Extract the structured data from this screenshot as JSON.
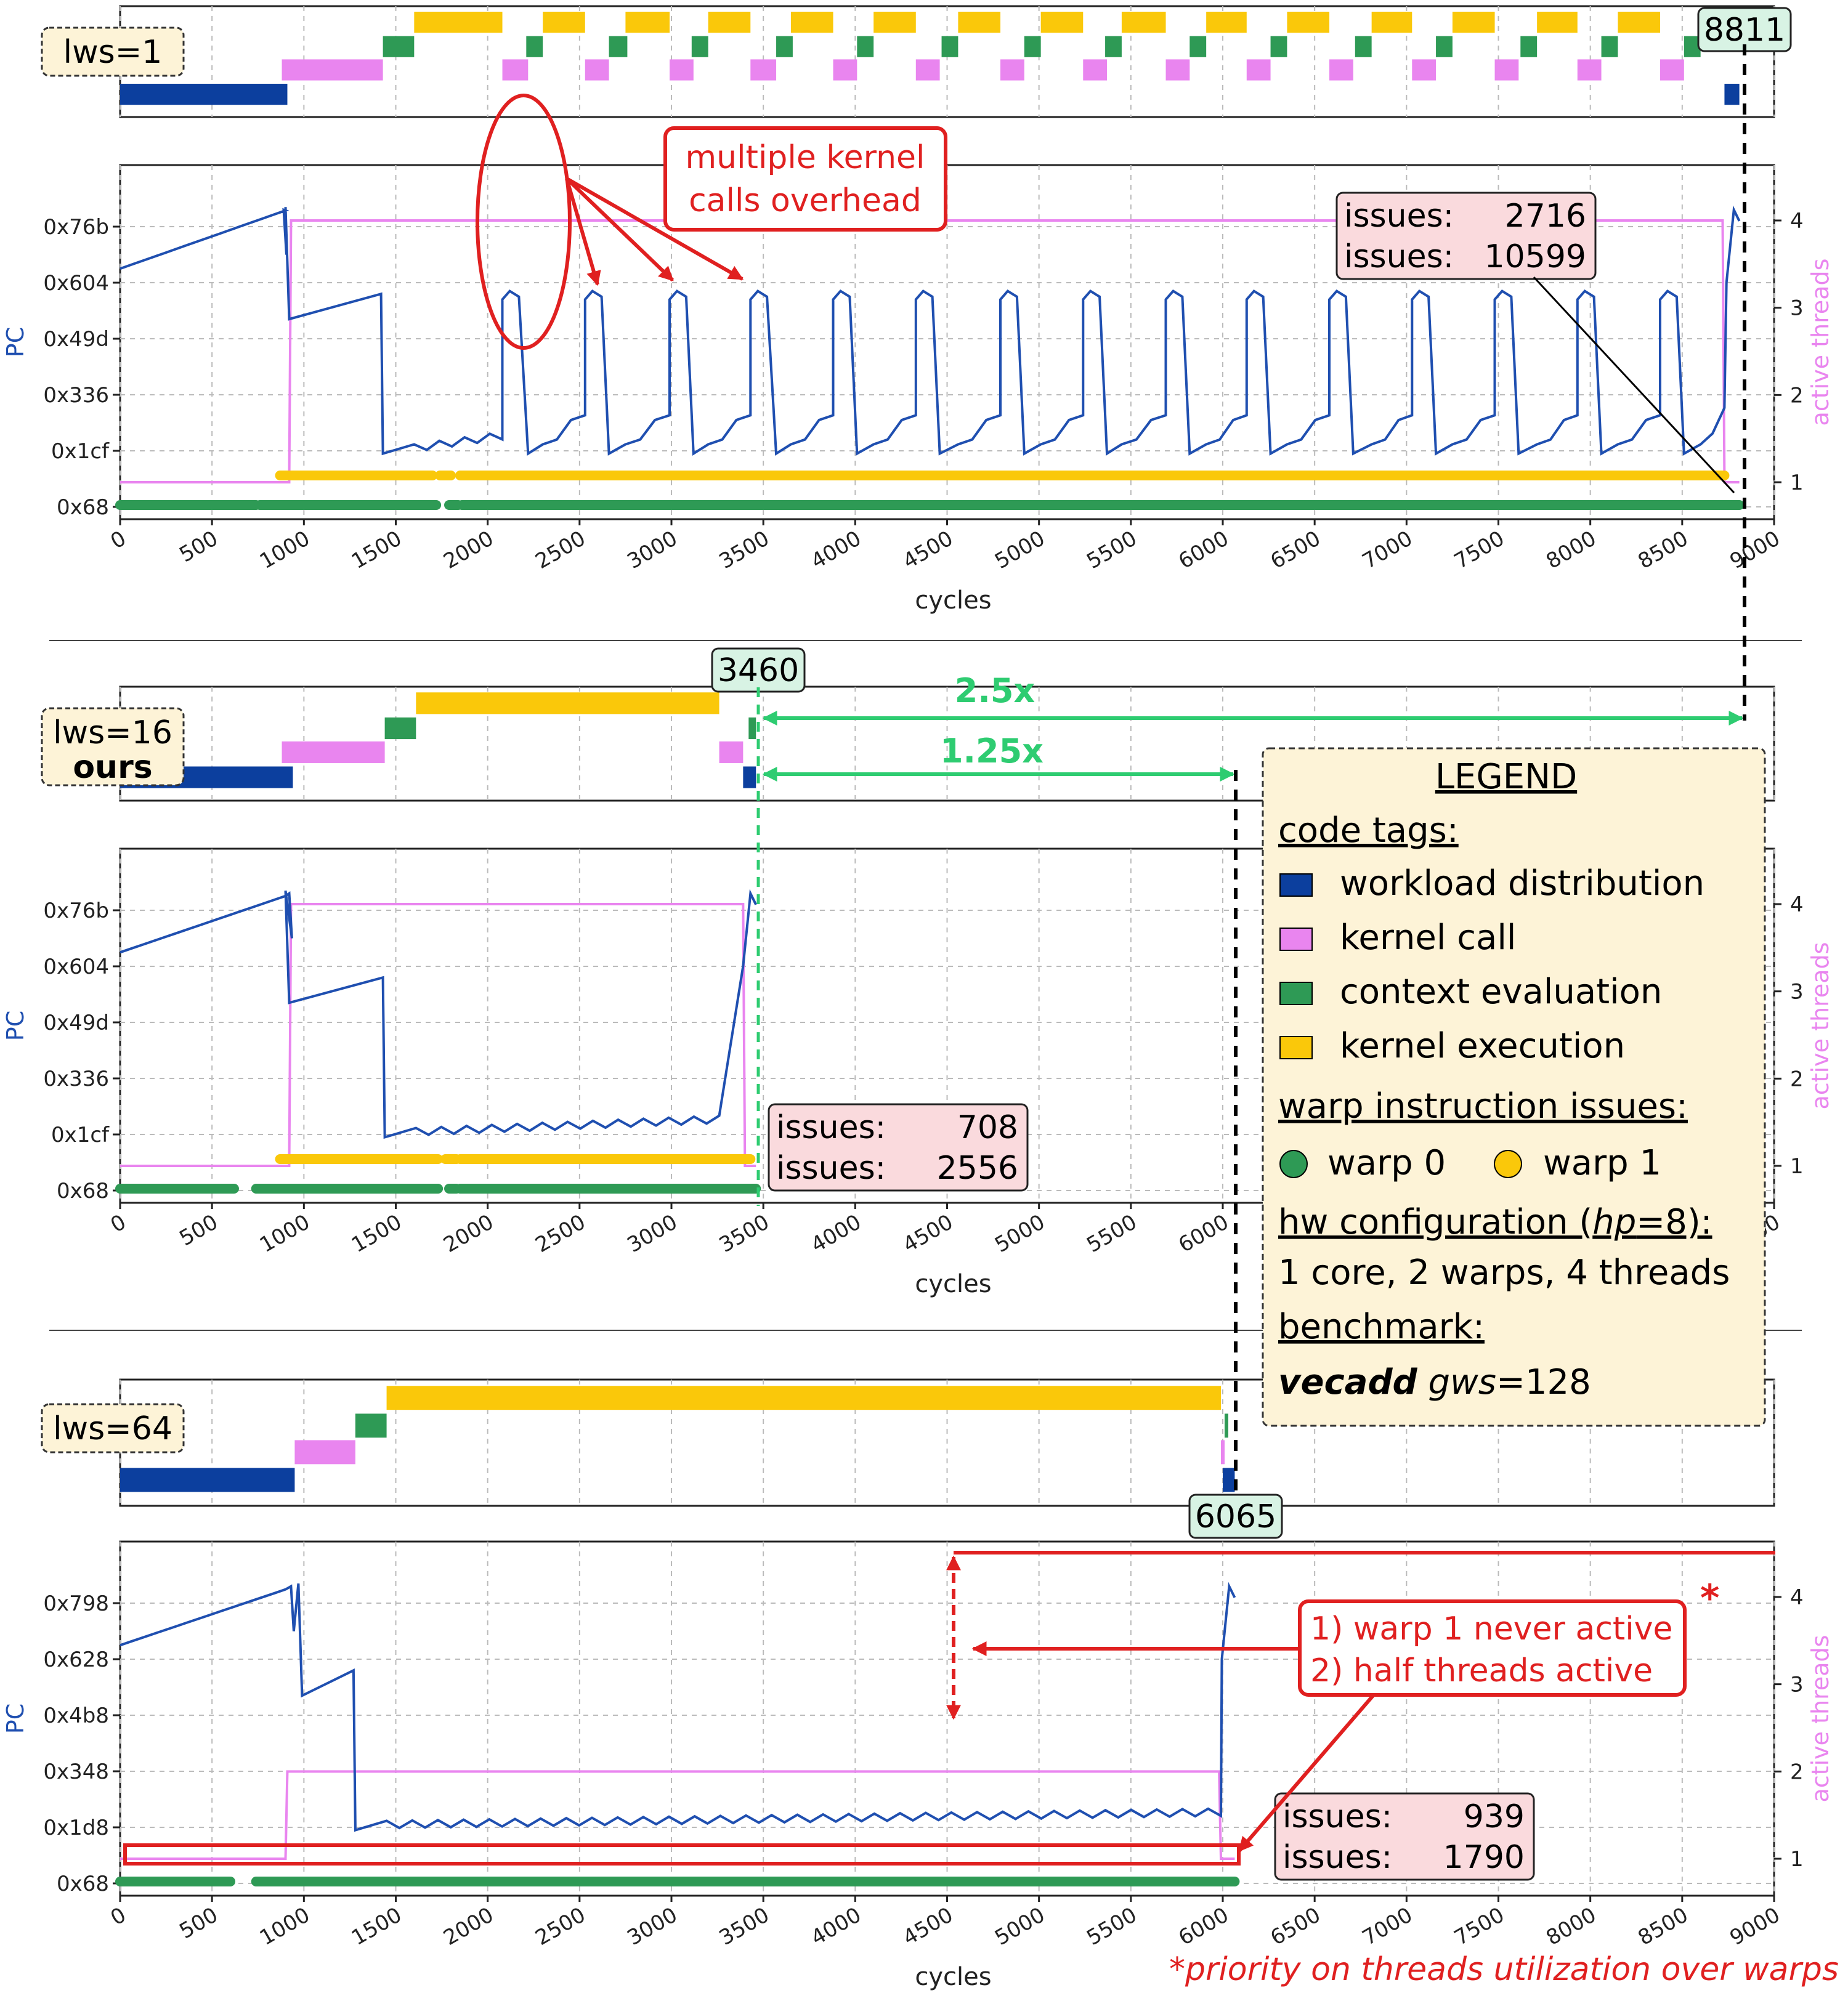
{
  "colors": {
    "workload": "#0c3f9e",
    "kernel_call": "#e985ef",
    "context": "#2e9a55",
    "kernel_exec": "#fac80a",
    "warp0": "#2e9a55",
    "warp1": "#fac80a",
    "pc_line": "#1f4fb0",
    "threads_line": "#e985ef",
    "annotation_red": "#e02020",
    "speedup_green": "#2ecc71",
    "label_bg": "#fdf3d7",
    "issues_bg": "#fadadd",
    "marker_bg": "#d8f3e4",
    "legend_bg": "#fdf3d7"
  },
  "axis": {
    "x_ticks": [
      0,
      500,
      1000,
      1500,
      2000,
      2500,
      3000,
      3500,
      4000,
      4500,
      5000,
      5500,
      6000,
      6500,
      7000,
      7500,
      8000,
      8500,
      9000
    ],
    "x_label": "cycles",
    "y_left_label": "PC",
    "y_right_label": "active threads",
    "y_right_ticks": [
      "1",
      "2",
      "3",
      "4"
    ]
  },
  "panels": [
    {
      "label_line1": "lws=1",
      "label_line2": "",
      "end_marker": "8811",
      "issues": [
        {
          "label": "issues:",
          "value": "2716"
        },
        {
          "label": "issues:",
          "value": "10599"
        }
      ],
      "pc_ticks": [
        "0x68",
        "0x1cf",
        "0x336",
        "0x49d",
        "0x604",
        "0x76b"
      ]
    },
    {
      "label_line1": "lws=16",
      "label_line2": "ours",
      "end_marker": "3460",
      "issues": [
        {
          "label": "issues:",
          "value": "708"
        },
        {
          "label": "issues:",
          "value": "2556"
        }
      ],
      "pc_ticks": [
        "0x68",
        "0x1cf",
        "0x336",
        "0x49d",
        "0x604",
        "0x76b"
      ]
    },
    {
      "label_line1": "lws=64",
      "label_line2": "",
      "end_marker": "6065",
      "issues": [
        {
          "label": "issues:",
          "value": "939"
        },
        {
          "label": "issues:",
          "value": "1790"
        }
      ],
      "pc_ticks": [
        "0x68",
        "0x1d8",
        "0x348",
        "0x4b8",
        "0x628",
        "0x798"
      ]
    }
  ],
  "annotations": {
    "overhead_line1": "multiple kernel",
    "overhead_line2": "calls overhead",
    "speedup_big": "2.5x",
    "speedup_small": "1.25x",
    "note_line1": "1) warp 1 never active",
    "note_line2": "2) half threads active",
    "note_star": "*",
    "footnote": "*priority on threads utilization over warps"
  },
  "legend": {
    "title": "LEGEND",
    "code_tags_heading": "code tags:",
    "tags": [
      {
        "label": "workload distribution",
        "color": "#0c3f9e"
      },
      {
        "label": "kernel call",
        "color": "#e985ef"
      },
      {
        "label": "context evaluation",
        "color": "#2e9a55"
      },
      {
        "label": "kernel execution",
        "color": "#fac80a"
      }
    ],
    "warp_heading": "warp instruction issues:",
    "warp0": "warp 0",
    "warp1": "warp 1",
    "hw_heading_pre": "hw configuration (",
    "hw_heading_hp": "hp",
    "hw_heading_post": "=8):",
    "hw_config": "1 core, 2 warps, 4 threads",
    "bench_heading": "benchmark:",
    "bench_name": "vecadd",
    "bench_gws_key": "gws",
    "bench_gws_val": "=128"
  },
  "chart_data": [
    {
      "type": "timeline",
      "title": "lws=1",
      "x_unit": "cycles",
      "total_cycles": 8811,
      "tags": {
        "workload_distribution": [
          [
            0,
            910
          ],
          [
            8730,
            8811
          ]
        ],
        "kernel_call": [
          [
            880,
            1430
          ],
          [
            2080,
            2220
          ],
          [
            2530,
            2660
          ],
          [
            2990,
            3120
          ],
          [
            3430,
            3570
          ],
          [
            3880,
            4010
          ],
          [
            4330,
            4460
          ],
          [
            4790,
            4920
          ],
          [
            5240,
            5370
          ],
          [
            5690,
            5820
          ],
          [
            6130,
            6260
          ],
          [
            6580,
            6710
          ],
          [
            7030,
            7160
          ],
          [
            7480,
            7610
          ],
          [
            7930,
            8060
          ],
          [
            8380,
            8510
          ]
        ],
        "context_evaluation": [
          [
            1430,
            1600
          ],
          [
            2210,
            2300
          ],
          [
            2660,
            2760
          ],
          [
            3110,
            3200
          ],
          [
            3570,
            3660
          ],
          [
            4010,
            4100
          ],
          [
            4470,
            4560
          ],
          [
            4920,
            5010
          ],
          [
            5360,
            5450
          ],
          [
            5820,
            5910
          ],
          [
            6260,
            6350
          ],
          [
            6720,
            6810
          ],
          [
            7160,
            7250
          ],
          [
            7620,
            7710
          ],
          [
            8060,
            8150
          ],
          [
            8510,
            8600
          ]
        ],
        "kernel_execution": [
          [
            1600,
            2080
          ],
          [
            2300,
            2530
          ],
          [
            2750,
            2990
          ],
          [
            3200,
            3430
          ],
          [
            3650,
            3880
          ],
          [
            4100,
            4330
          ],
          [
            4560,
            4790
          ],
          [
            5010,
            5240
          ],
          [
            5450,
            5690
          ],
          [
            5910,
            6130
          ],
          [
            6350,
            6580
          ],
          [
            6810,
            7030
          ],
          [
            7250,
            7480
          ],
          [
            7710,
            7930
          ],
          [
            8150,
            8380
          ],
          [
            8600,
            8730
          ]
        ]
      },
      "warp0_issue_spans": [
        [
          0,
          740
        ],
        [
          760,
          1720
        ],
        [
          1790,
          1840
        ],
        [
          1860,
          8811
        ]
      ],
      "warp1_issue_spans": [
        [
          870,
          1700
        ],
        [
          1740,
          1800
        ],
        [
          1850,
          8730
        ]
      ],
      "active_threads": [
        [
          0,
          1
        ],
        [
          920,
          1
        ],
        [
          930,
          4
        ],
        [
          8720,
          4
        ],
        [
          8730,
          1
        ],
        [
          8811,
          1
        ]
      ],
      "issues": {
        "warp0": 2716,
        "warp1": 10599
      }
    },
    {
      "type": "timeline",
      "title": "lws=16 ours",
      "x_unit": "cycles",
      "total_cycles": 3460,
      "tags": {
        "workload_distribution": [
          [
            0,
            940
          ],
          [
            3390,
            3460
          ]
        ],
        "kernel_call": [
          [
            880,
            1440
          ],
          [
            3260,
            3390
          ]
        ],
        "context_evaluation": [
          [
            1440,
            1610
          ],
          [
            3420,
            3460
          ]
        ],
        "kernel_execution": [
          [
            1610,
            3260
          ]
        ]
      },
      "warp0_issue_spans": [
        [
          0,
          620
        ],
        [
          740,
          1730
        ],
        [
          1790,
          1830
        ],
        [
          1850,
          3460
        ]
      ],
      "warp1_issue_spans": [
        [
          870,
          1730
        ],
        [
          1770,
          1830
        ],
        [
          1850,
          3430
        ]
      ],
      "active_threads": [
        [
          0,
          1
        ],
        [
          920,
          1
        ],
        [
          930,
          4
        ],
        [
          3390,
          4
        ],
        [
          3400,
          1
        ],
        [
          3460,
          1
        ]
      ],
      "issues": {
        "warp0": 708,
        "warp1": 2556
      }
    },
    {
      "type": "timeline",
      "title": "lws=64",
      "x_unit": "cycles",
      "total_cycles": 6065,
      "tags": {
        "workload_distribution": [
          [
            0,
            950
          ],
          [
            6000,
            6065
          ]
        ],
        "kernel_call": [
          [
            950,
            1280
          ],
          [
            5990,
            6010
          ]
        ],
        "context_evaluation": [
          [
            1280,
            1450
          ],
          [
            6010,
            6030
          ]
        ],
        "kernel_execution": [
          [
            1450,
            5990
          ]
        ]
      },
      "warp0_issue_spans": [
        [
          0,
          600
        ],
        [
          740,
          6065
        ]
      ],
      "warp1_issue_spans": [],
      "active_threads": [
        [
          0,
          1
        ],
        [
          900,
          1
        ],
        [
          910,
          2
        ],
        [
          5980,
          2
        ],
        [
          5990,
          1
        ],
        [
          6065,
          1
        ]
      ],
      "issues": {
        "warp0": 939,
        "warp1": 1790
      }
    }
  ]
}
